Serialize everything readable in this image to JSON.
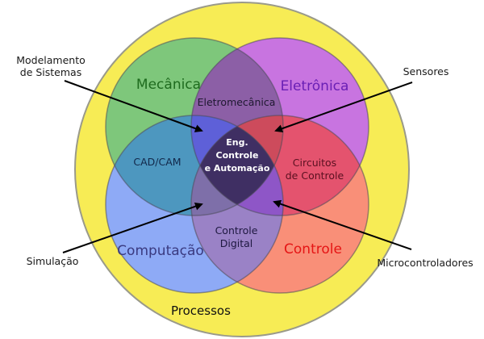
{
  "diagram": {
    "type": "venn",
    "outer_set": {
      "label": "Processos",
      "color": "#f7ec55"
    },
    "sets": [
      {
        "id": "mecanica",
        "label": "Mecânica",
        "fill": "#7ec77b",
        "text_color": "#1e6b1e"
      },
      {
        "id": "eletronica",
        "label": "Eletrônica",
        "fill": "#c874e0",
        "text_color": "#6a1fb5"
      },
      {
        "id": "computacao",
        "label": "Computação",
        "fill": "#8eaaf6",
        "text_color": "#3a3a80"
      },
      {
        "id": "controle",
        "label": "Controle",
        "fill": "#f98f78",
        "text_color": "#e51515"
      }
    ],
    "intersections": {
      "mecanica_eletronica": {
        "label": "Eletromecânica",
        "fill": "#8c5fa6"
      },
      "mecanica_computacao": {
        "label": "CAD/CAM",
        "fill": "#4d97bf"
      },
      "eletronica_controle": {
        "label_line1": "Circuitos",
        "label_line2": "de Controle",
        "fill": "#e4536e"
      },
      "computacao_controle": {
        "label_line1": "Controle",
        "label_line2": "Digital",
        "fill": "#9a82c6"
      },
      "all": {
        "label_line1": "Eng.",
        "label_line2": "Controle",
        "label_line3": "e Automação",
        "fill": "#3f2f63"
      },
      "triple_top_left": {
        "fill": "#5e60d8"
      },
      "triple_top_right": {
        "fill": "#cd4b5c"
      },
      "triple_bottom_left": {
        "fill": "#7e6fa9"
      },
      "triple_bottom_right": {
        "fill": "#8e56c7"
      }
    },
    "callouts": [
      {
        "id": "modelamento",
        "line1": "Modelamento",
        "line2": "de Sistemas"
      },
      {
        "id": "sensores",
        "line1": "Sensores"
      },
      {
        "id": "simulacao",
        "line1": "Simulação"
      },
      {
        "id": "microcontroladores",
        "line1": "Microcontroladores"
      }
    ]
  }
}
